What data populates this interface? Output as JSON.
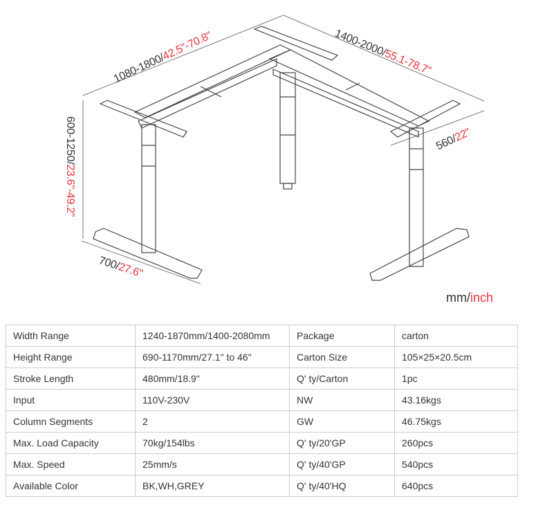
{
  "dimensions": {
    "width_left": {
      "mm": "1080-1800/",
      "inch": "42.5\"-70.8\""
    },
    "width_right": {
      "mm": "1400-2000/",
      "inch": "55.1-78.7\""
    },
    "height": {
      "mm": "600-1250/",
      "inch": "23.6\"-49.2\""
    },
    "depth_right": {
      "mm": "560/",
      "inch": "22\""
    },
    "foot_length": {
      "mm": "700/",
      "inch": "27.6\""
    },
    "units": {
      "mm": "mm/",
      "inch": "inch"
    }
  },
  "specs": [
    [
      "Width Range",
      "1240-1870mm/1400-2080mm",
      "Package",
      "carton"
    ],
    [
      "Height Range",
      "690-1170mm/27.1\" to 46\"",
      "Carton Size",
      "105×25×20.5cm"
    ],
    [
      "Stroke Length",
      "480mm/18.9\"",
      "Q' ty/Carton",
      "1pc"
    ],
    [
      "Input",
      "110V-230V",
      "NW",
      "43.16kgs"
    ],
    [
      "Column Segments",
      "2",
      "GW",
      "46.75kgs"
    ],
    [
      "Max. Load Capacity",
      "70kg/154lbs",
      "Q' ty/20'GP",
      "260pcs"
    ],
    [
      "Max. Speed",
      "25mm/s",
      "Q' ty/40'GP",
      "540pcs"
    ],
    [
      "Available Color",
      "BK,WH,GREY",
      "Q' ty/40'HQ",
      "640pcs"
    ]
  ]
}
